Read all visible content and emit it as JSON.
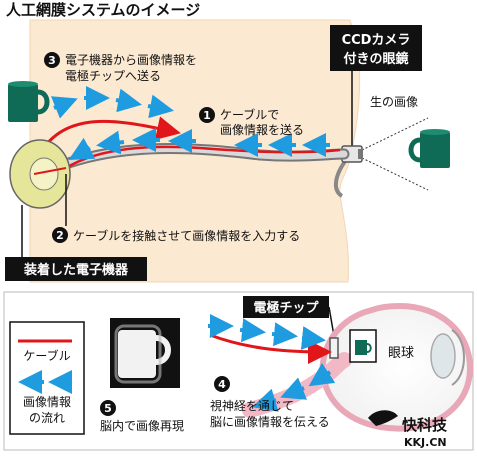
{
  "title": "人工網膜システムのイメージ",
  "camera_label": [
    "CCDカメラ",
    "付きの眼鏡"
  ],
  "raw_image_label": "生の画像",
  "steps": {
    "s1": {
      "num": "1",
      "lines": [
        "ケーブルで",
        "画像情報を送る"
      ]
    },
    "s2": {
      "num": "2",
      "lines": [
        "ケーブルを接触させて画像情報を入力する"
      ]
    },
    "s3": {
      "num": "3",
      "lines": [
        "電子機器から画像情報を",
        "電極チップへ送る"
      ]
    },
    "s4": {
      "num": "4",
      "lines": [
        "視神経を通じて",
        "脳に画像情報を伝える"
      ]
    },
    "s5": {
      "num": "5",
      "lines": [
        "脳内で画像再現"
      ]
    }
  },
  "device_label": "装着した電子機器",
  "chip_label": "電極チップ",
  "eyeball_label": "眼球",
  "legend": {
    "cable": "ケーブル",
    "flow": [
      "画像情報",
      "の流れ"
    ]
  },
  "watermark": {
    "brand": "快科技",
    "url": "KKJ.CN"
  },
  "colors": {
    "skin": "#fbe9d2",
    "cable_red": "#e0161b",
    "flow_blue": "#1f9be0",
    "mug_green": "#0f6b56",
    "device_yellow": "#e5e69a",
    "label_black": "#111111"
  }
}
